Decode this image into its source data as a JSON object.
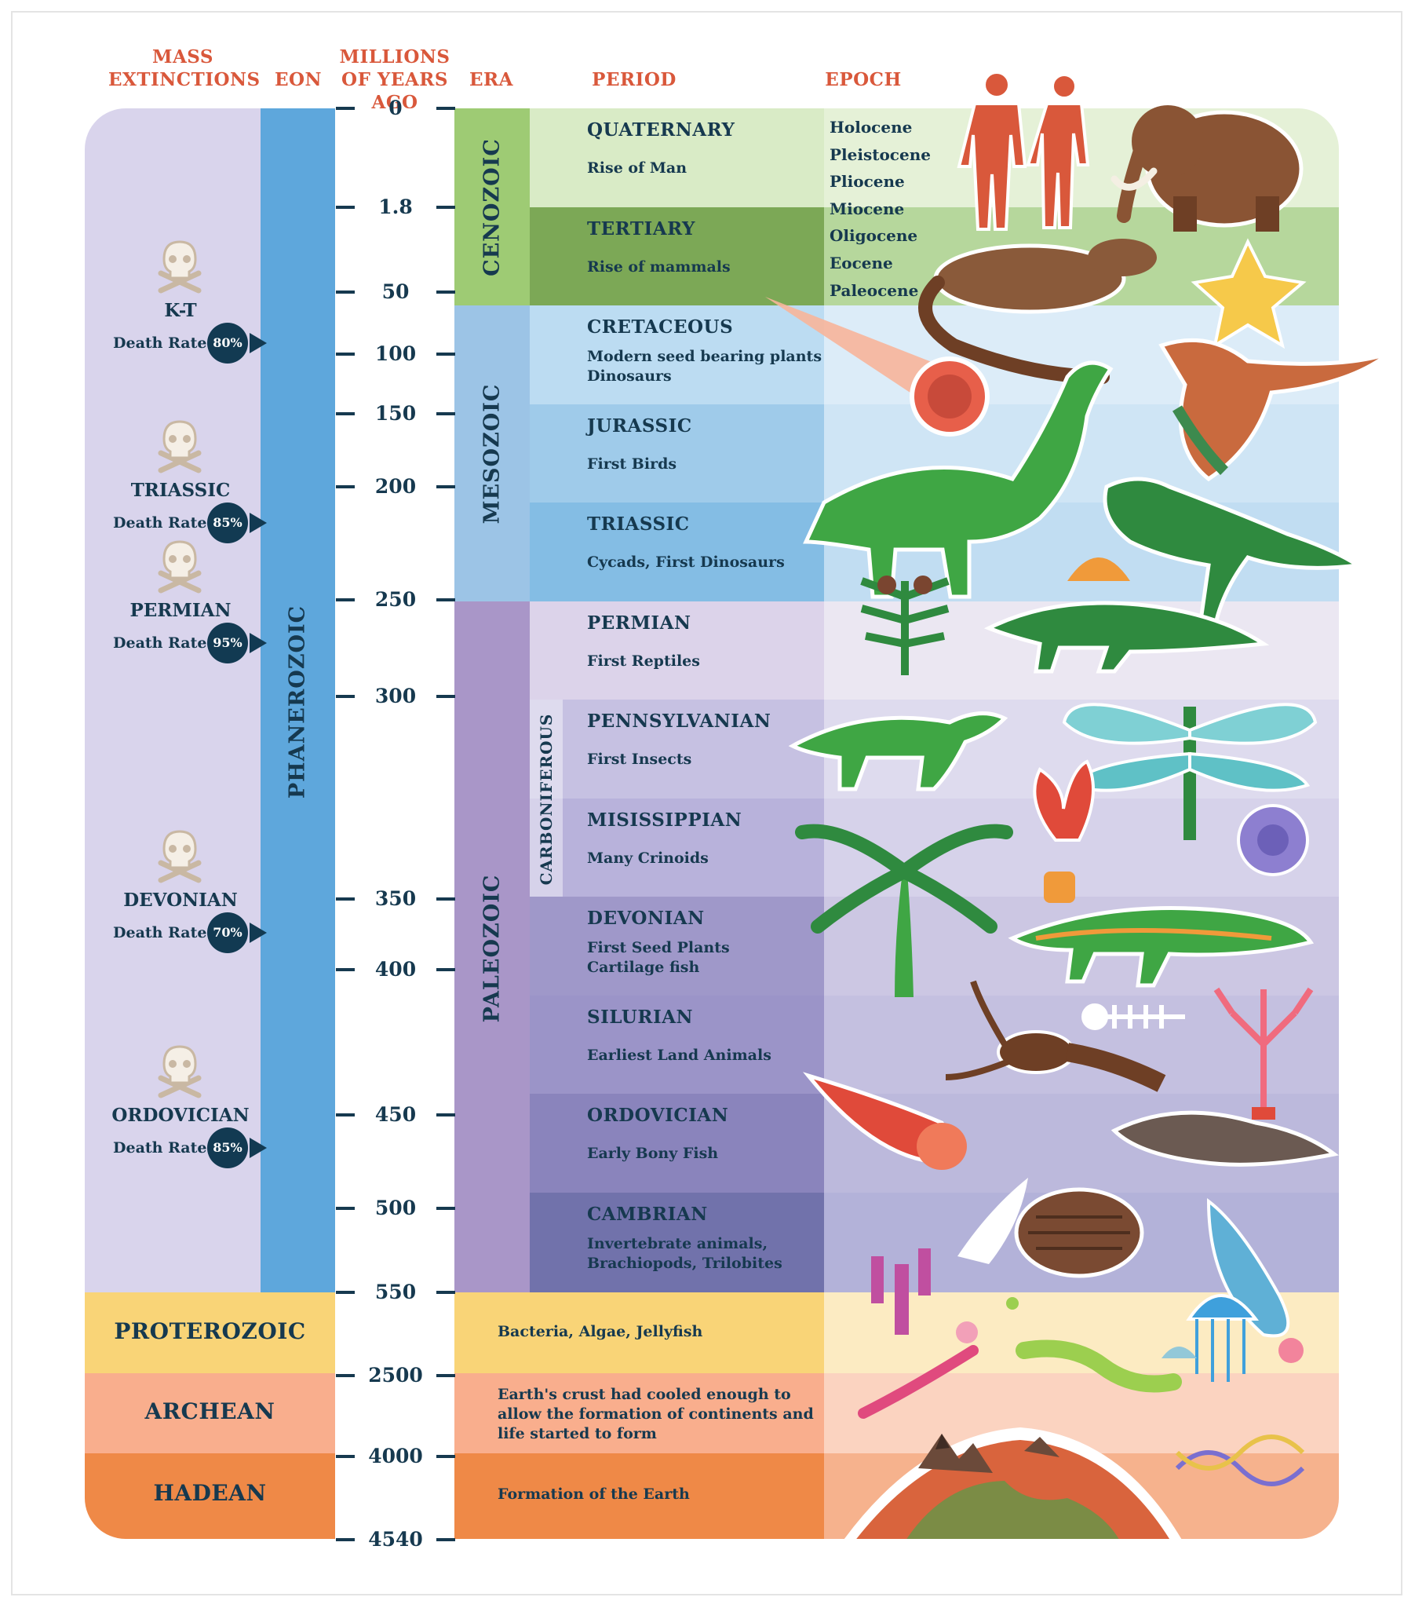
{
  "headers": {
    "mass_extinctions": "MASS EXTINCTIONS",
    "eon": "EON",
    "millions_of_years_ago": "MILLIONS OF YEARS AGO",
    "era": "ERA",
    "period": "PERIOD",
    "epoch": "EPOCH"
  },
  "time_ticks": [
    "0",
    "1.8",
    "50",
    "100",
    "150",
    "200",
    "250",
    "300",
    "350",
    "400",
    "450",
    "500",
    "550",
    "2500",
    "4000",
    "4540"
  ],
  "eon_phanerozoic": "PHANEROZOIC",
  "eras": {
    "cenozoic": "CENOZOIC",
    "mesozoic": "MESOZOIC",
    "paleozoic": "PALEOZOIC",
    "carboniferous": "CARBONIFEROUS"
  },
  "periods": [
    {
      "title": "QUATERNARY",
      "desc": "Rise of Man"
    },
    {
      "title": "TERTIARY",
      "desc": "Rise of mammals"
    },
    {
      "title": "CRETACEOUS",
      "desc": "Modern seed bearing plants\nDinosaurs"
    },
    {
      "title": "JURASSIC",
      "desc": "First Birds"
    },
    {
      "title": "TRIASSIC",
      "desc": "Cycads, First Dinosaurs"
    },
    {
      "title": "PERMIAN",
      "desc": "First Reptiles"
    },
    {
      "title": "PENNSYLVANIAN",
      "desc": "First Insects"
    },
    {
      "title": "MISISSIPPIAN",
      "desc": "Many Crinoids"
    },
    {
      "title": "DEVONIAN",
      "desc": "First Seed Plants\nCartilage fish"
    },
    {
      "title": "SILURIAN",
      "desc": "Earliest Land Animals"
    },
    {
      "title": "ORDOVICIAN",
      "desc": "Early Bony Fish"
    },
    {
      "title": "CAMBRIAN",
      "desc": "Invertebrate animals,\nBrachiopods, Trilobites"
    }
  ],
  "epochs": [
    "Holocene",
    "Pleistocene",
    "Pliocene",
    "Miocene",
    "Oligocene",
    "Eocene",
    "Paleocene"
  ],
  "extinctions": [
    {
      "name": "K-T",
      "death_rate_label": "Death Rate",
      "percent": "80%"
    },
    {
      "name": "TRIASSIC",
      "death_rate_label": "Death Rate",
      "percent": "85%"
    },
    {
      "name": "PERMIAN",
      "death_rate_label": "Death Rate",
      "percent": "95%"
    },
    {
      "name": "DEVONIAN",
      "death_rate_label": "Death Rate",
      "percent": "70%"
    },
    {
      "name": "ORDOVICIAN",
      "death_rate_label": "Death Rate",
      "percent": "85%"
    }
  ],
  "precambrian": [
    {
      "eon": "PROTEROZOIC",
      "desc": "Bacteria, Algae, Jellyfish"
    },
    {
      "eon": "ARCHEAN",
      "desc": "Earth's crust had cooled enough to\nallow the formation of continents and\nlife started to form"
    },
    {
      "eon": "HADEAN",
      "desc": "Formation of the Earth"
    }
  ],
  "illustrations": [
    "human-figures",
    "mammoth",
    "early-mammal",
    "flower",
    "meteor",
    "bird-dinosaur",
    "sauropod",
    "raptor",
    "cycad",
    "dimetrodon",
    "reptile",
    "dragonfly",
    "tree-fern",
    "crinoid",
    "ammonite",
    "amphibian",
    "scorpion",
    "fish-skeleton",
    "coral",
    "nautiloid",
    "placoderm-fish",
    "trilobite",
    "tooth",
    "fossil-shell",
    "sea-lily",
    "jellyfish",
    "worm",
    "bacteria",
    "dna-strand",
    "earth-crust"
  ],
  "colors": {
    "header": "#d9583b",
    "text_dark": "#16394f",
    "extinction_bg": "#d9d4ec",
    "phanerozoic_bar": "#5ea7dc",
    "cenozoic": "#9ecb74",
    "mesozoic": "#9cc4e6",
    "paleozoic": "#a996c8",
    "proterozoic": "#f9d477",
    "archean": "#f9ae8d",
    "hadean": "#ef8947"
  }
}
